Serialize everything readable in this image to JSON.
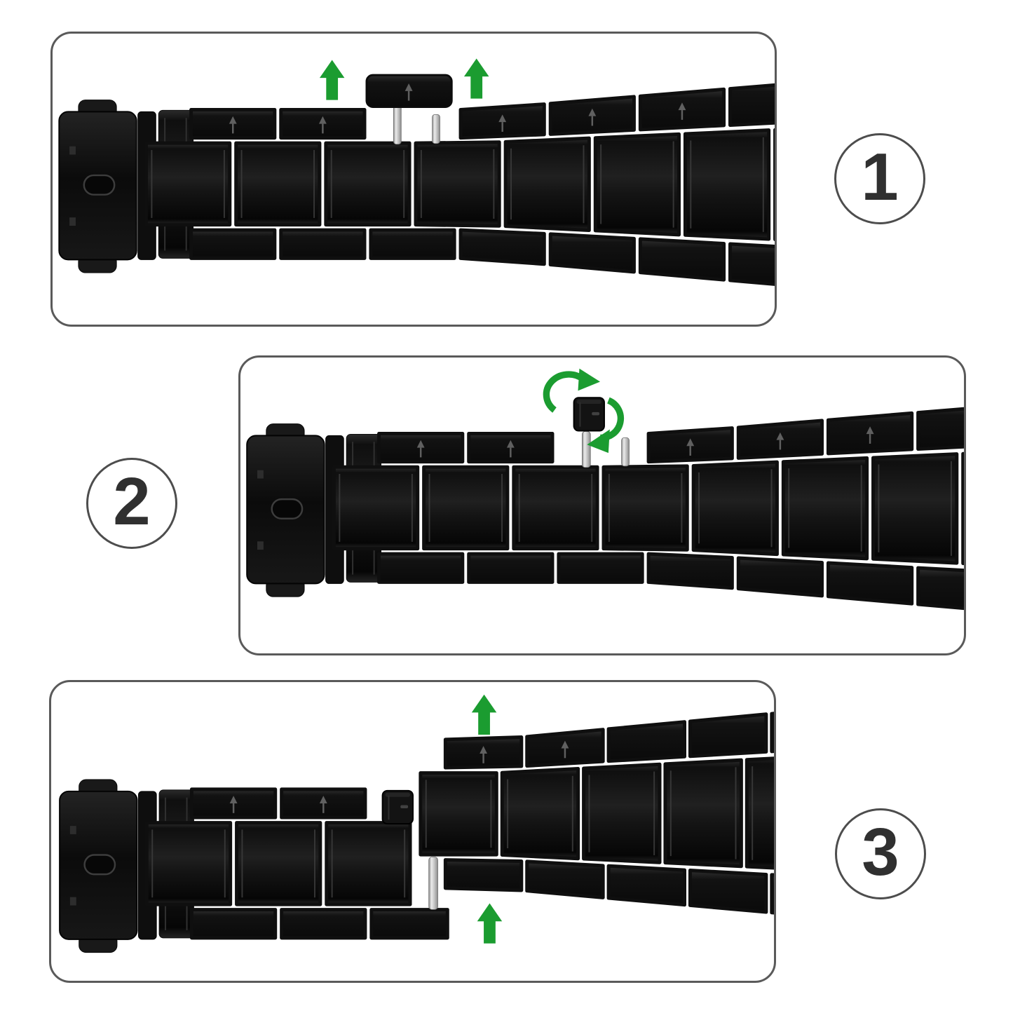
{
  "page": {
    "background": "#ffffff",
    "kind": "watch-band-link-removal-instructions"
  },
  "colors": {
    "background": "#ffffff",
    "arrow_green": "#1b9c30",
    "panel_border": "#5a5a5a",
    "badge_border": "#4d4d4d",
    "badge_number": "#303030",
    "band_black": "#111111",
    "band_highlight": "#3a3a3a",
    "engraving_gray": "#6e6e6e",
    "pin_silver_light": "#ececec",
    "pin_silver_dark": "#8a8a8a"
  },
  "steps": [
    {
      "number": "1",
      "icons": [
        "up-arrow",
        "up-arrow",
        "engraved-up-arrow"
      ]
    },
    {
      "number": "2",
      "icons": [
        "rotate-clockwise-arrow",
        "rotate-counterclockwise-arrow"
      ]
    },
    {
      "number": "3",
      "icons": [
        "up-arrow",
        "up-arrow"
      ]
    }
  ]
}
